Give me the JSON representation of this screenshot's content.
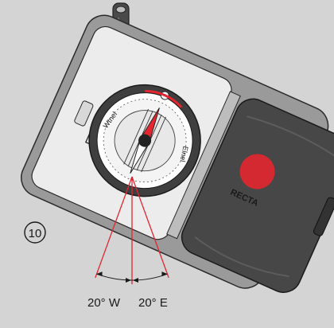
{
  "step": {
    "label": "⑩"
  },
  "dial": {
    "scale_left": "Wtnel",
    "scale_right": "Elnel"
  },
  "brand": {
    "logo_text": "RECTA"
  },
  "declination": {
    "west_label": "20° W",
    "east_label": "20° E",
    "angle_deg": 20
  },
  "colors": {
    "background": "#d4d4d4",
    "device": "#9a9a9a",
    "baseplate": "#ececec",
    "cover": "#474747",
    "accent": "#e3262f"
  }
}
